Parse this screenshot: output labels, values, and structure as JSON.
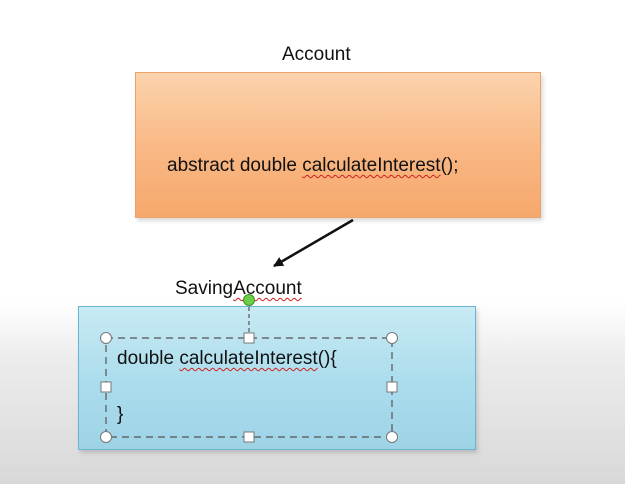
{
  "diagram": {
    "parent_class": {
      "name": "Account",
      "method": {
        "prefix": "abstract double ",
        "name": "calculateInterest",
        "suffix": "();"
      }
    },
    "child_class": {
      "name_part1": "Saving",
      "name_part2": "Account",
      "method": {
        "prefix": "double ",
        "name": "calculateInterest",
        "suffix": "(){"
      },
      "closing_brace": "}"
    }
  }
}
